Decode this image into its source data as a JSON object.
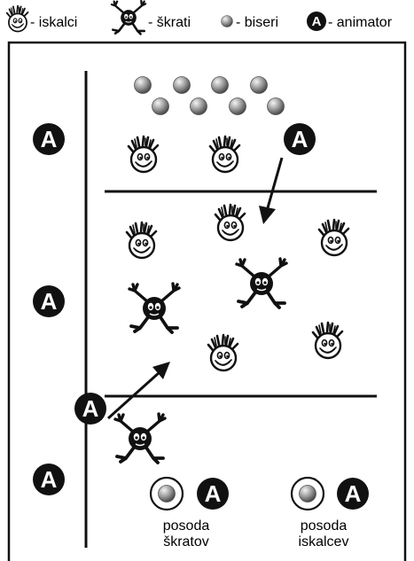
{
  "legend": {
    "seeker_label": "- iskalci",
    "dwarf_label": "- škrati",
    "pearl_label": "- biseri",
    "animator_label": "- animator",
    "animator_letter": "A"
  },
  "field": {
    "animator_letter": "A"
  },
  "containers": {
    "dwarfs_line1": "posoda",
    "dwarfs_line2": "škratov",
    "seekers_line1": "posoda",
    "seekers_line2": "iskalcev"
  },
  "colors": {
    "ink": "#111111",
    "pearl_light": "#e8e8e8",
    "pearl_dark": "#6a6a6a"
  }
}
